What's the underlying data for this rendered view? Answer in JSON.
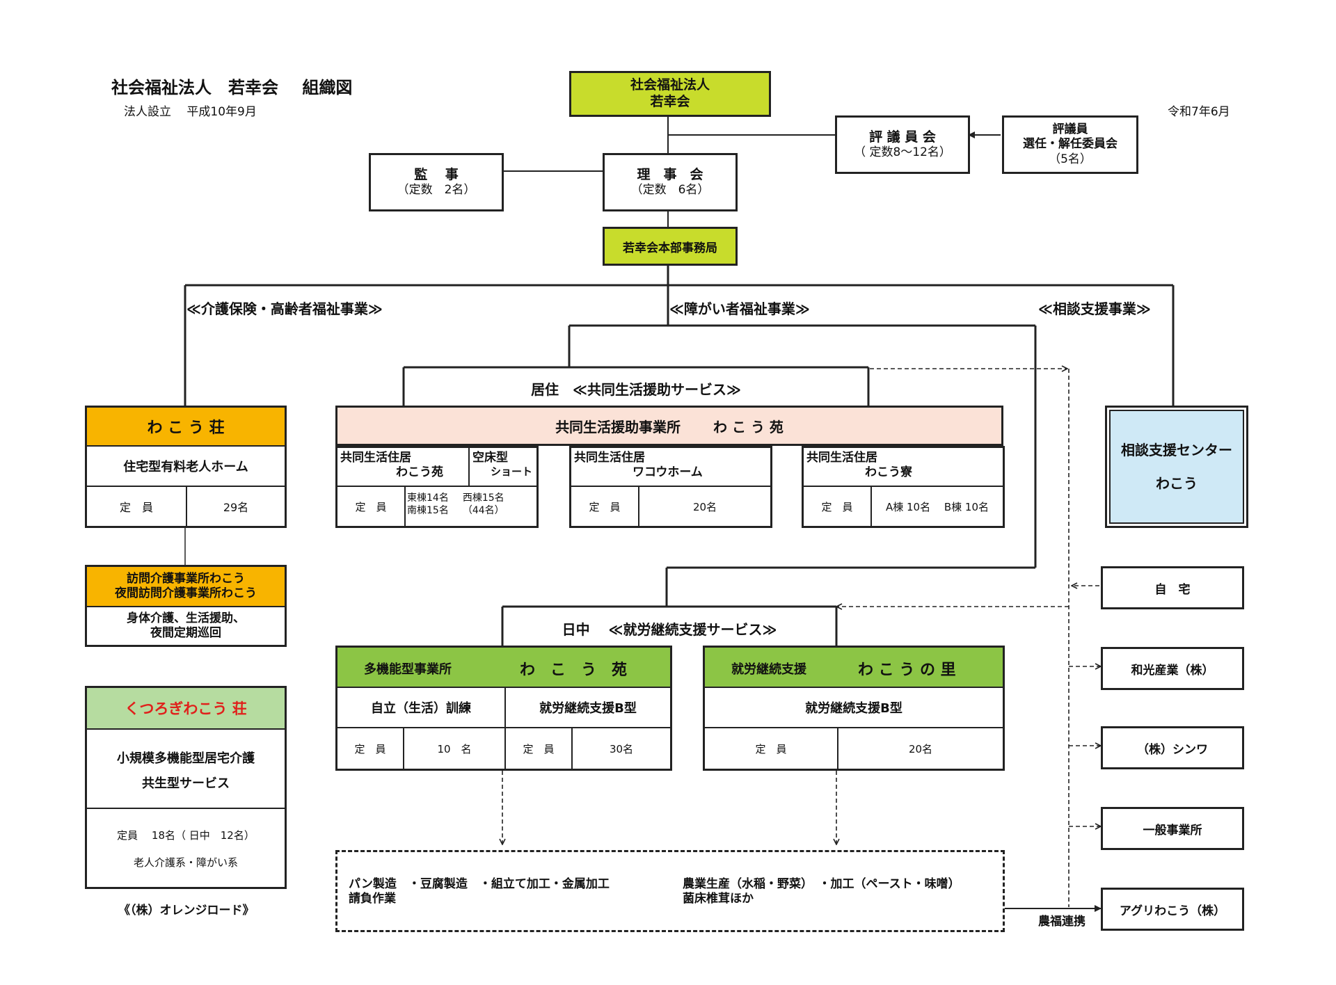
{
  "header": {
    "title_org": "社会福祉法人　若幸会",
    "title_chart": "組織図",
    "established": "法人設立　 平成10年9月",
    "date": "令和7年6月"
  },
  "governance": {
    "corp_line1": "社会福祉法人",
    "corp_line2": "若幸会",
    "council_line1": "評 議 員 会",
    "council_line2": "（ 定数8～12名）",
    "committee_line1": "評議員",
    "committee_line2": "選任・解任委員会",
    "committee_line3": "（5名）",
    "auditor_line1": "監　 事",
    "auditor_line2": "（定数　2名）",
    "board_line1": "理　事　会",
    "board_line2": "（定数　6名）",
    "hq": "若幸会本部事務局"
  },
  "divisions": {
    "elderly": "≪介護保険・高齢者福祉事業≫",
    "disability": "≪障がい者福祉事業≫",
    "consult": "≪相談支援事業≫"
  },
  "wakouso": {
    "title": "わ こ う 荘",
    "type": "住宅型有料老人ホーム",
    "cap_label": "定　員",
    "cap_value": "29名"
  },
  "visit": {
    "line1": "訪問介護事業所わこう",
    "line2": "夜間訪問介護事業所わこう",
    "desc1": "身体介護、生活援助、",
    "desc2": "夜間定期巡回"
  },
  "kutsurogi": {
    "title": "くつろぎわこう 荘",
    "line1": "小規模多機能型居宅介護",
    "line2": "共生型サービス",
    "capacity": "定員　 18名（ 日中　12名）",
    "note": "老人介護系・障がい系",
    "operator": "《（株）オレンジロード》"
  },
  "residence": {
    "header": "居住　≪共同生活援助サービス≫",
    "office": "共同生活援助事業所　　 わ こ う 苑",
    "unit1_line1": "共同生活住居",
    "unit1_line2": "わこう苑",
    "short_line1": "空床型",
    "short_line2": "ショート",
    "unit1_cap_label": "定　員",
    "unit1_cap1a": "東棟14名",
    "unit1_cap1b": "西棟15名",
    "unit1_cap2a": "南棟15名",
    "unit1_cap2b": "（44名）",
    "unit2_line1": "共同生活住居",
    "unit2_line2": "ワコウホーム",
    "unit2_cap_label": "定　員",
    "unit2_cap": "20名",
    "unit3_line1": "共同生活住居",
    "unit3_line2": "わこう寮",
    "unit3_cap_label": "定　員",
    "unit3_cap": "A棟 10名　 B棟 10名"
  },
  "consult_center": {
    "line1": "相談支援センター",
    "line2": "わこう"
  },
  "daytime": {
    "header": "日中　 ≪就労継続支援サービス≫"
  },
  "multi": {
    "type": "多機能型事業所",
    "name": "わ　こ　う　苑",
    "svc1": "自立（生活）訓練",
    "svc2": "就労継続支援B型",
    "cap_label1": "定　員",
    "cap_value1": "10　名",
    "cap_label2": "定　員",
    "cap_value2": "30名"
  },
  "sato": {
    "type": "就労継続支援",
    "name": "わ こ う の 里",
    "svc": "就労継続支援B型",
    "cap_label": "定　員",
    "cap_value": "20名"
  },
  "work": {
    "left1": "パン製造　・豆腐製造　・組立て加工・金属加工",
    "left2": "請負作業",
    "right1": "農業生産（水稲・野菜）　・加工（ペースト・味噌）",
    "right2": "菌床椎茸ほか"
  },
  "destinations": [
    "自　宅",
    "和光産業（株）",
    "（株）シンワ",
    "一般事業所",
    "アグリわこう（株）"
  ],
  "agri_link": "農福連携",
  "colors": {
    "green": "#c8dc2c",
    "orange": "#f8b400",
    "light_green": "#b6dca0",
    "peach": "#fbe2d7",
    "light_blue": "#cfe9f6",
    "office_green": "#8cc545",
    "red_text": "#e0201b"
  }
}
